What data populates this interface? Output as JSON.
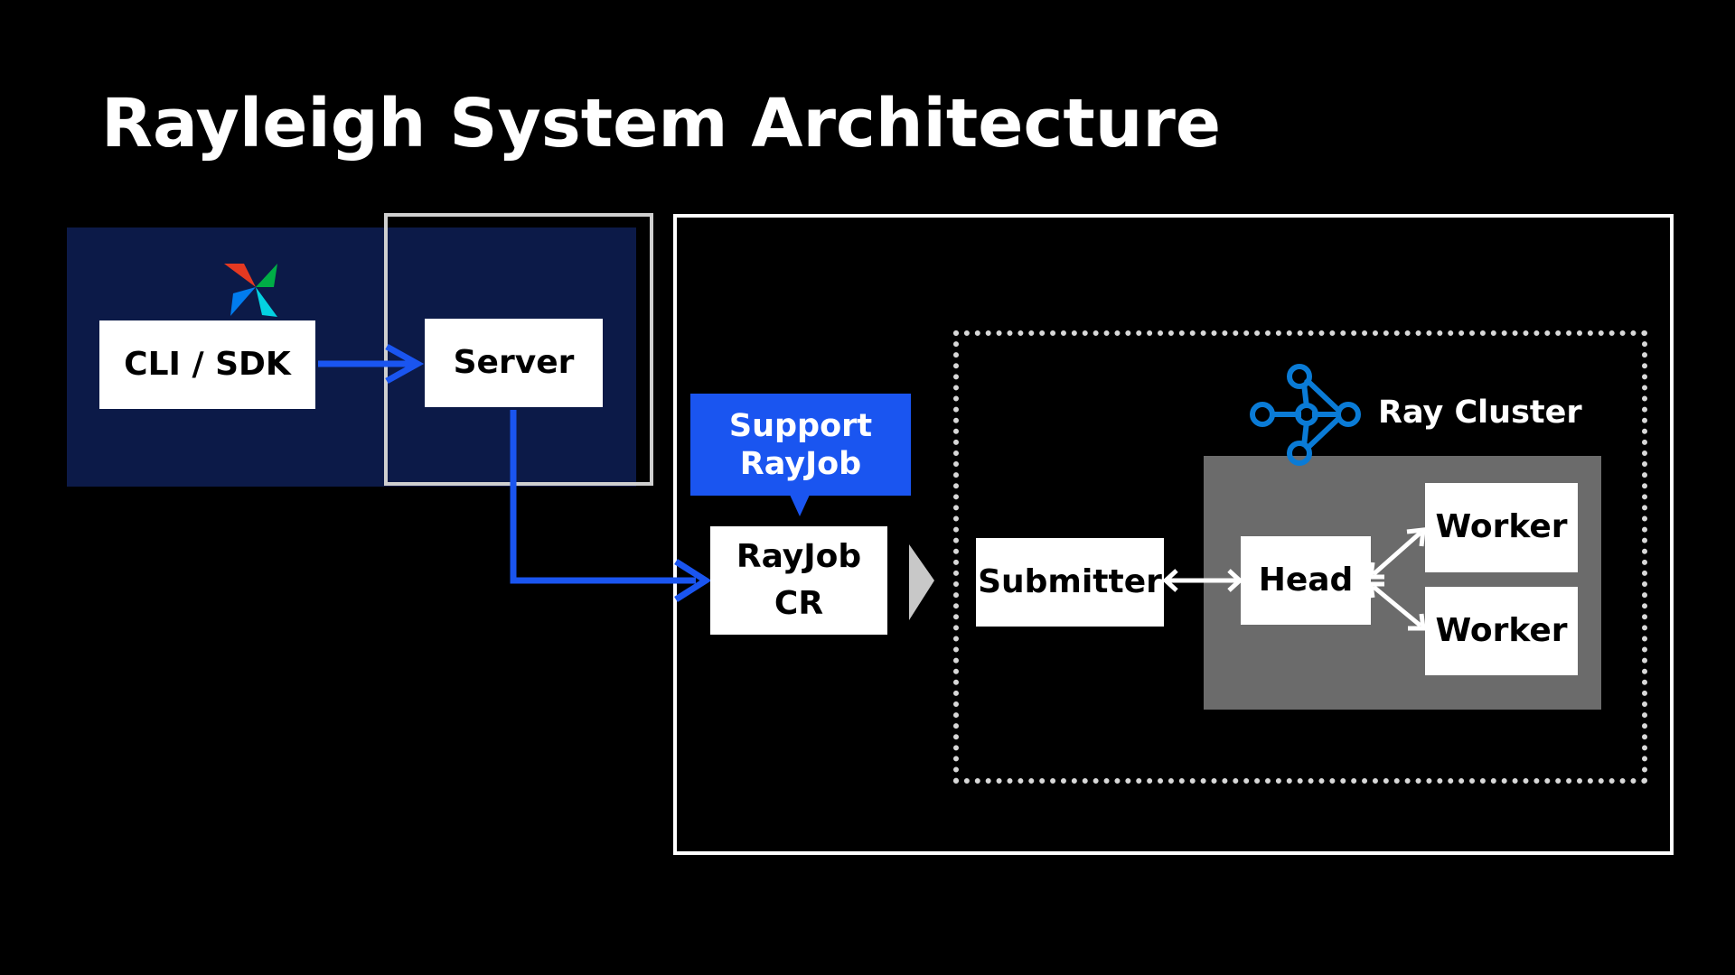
{
  "title": "Rayleigh System Architecture",
  "nodes": {
    "cli_sdk": "CLI / SDK",
    "server": "Server",
    "rayjob_cr": [
      "RayJob",
      "CR"
    ],
    "submitter": "Submitter",
    "head": "Head",
    "worker_top": "Worker",
    "worker_bottom": "Worker"
  },
  "callout": {
    "line1": "Support",
    "line2": "RayJob"
  },
  "cluster_label": "Ray Cluster",
  "icons": {
    "airflow": "airflow-pinwheel-icon",
    "ray": "ray-logo-icon"
  },
  "colors": {
    "background": "#000000",
    "panel": "#0c1a48",
    "accent_blue": "#1a55f0",
    "cluster_grey": "#6b6b6b",
    "ray_blue": "#0a7bd6"
  }
}
